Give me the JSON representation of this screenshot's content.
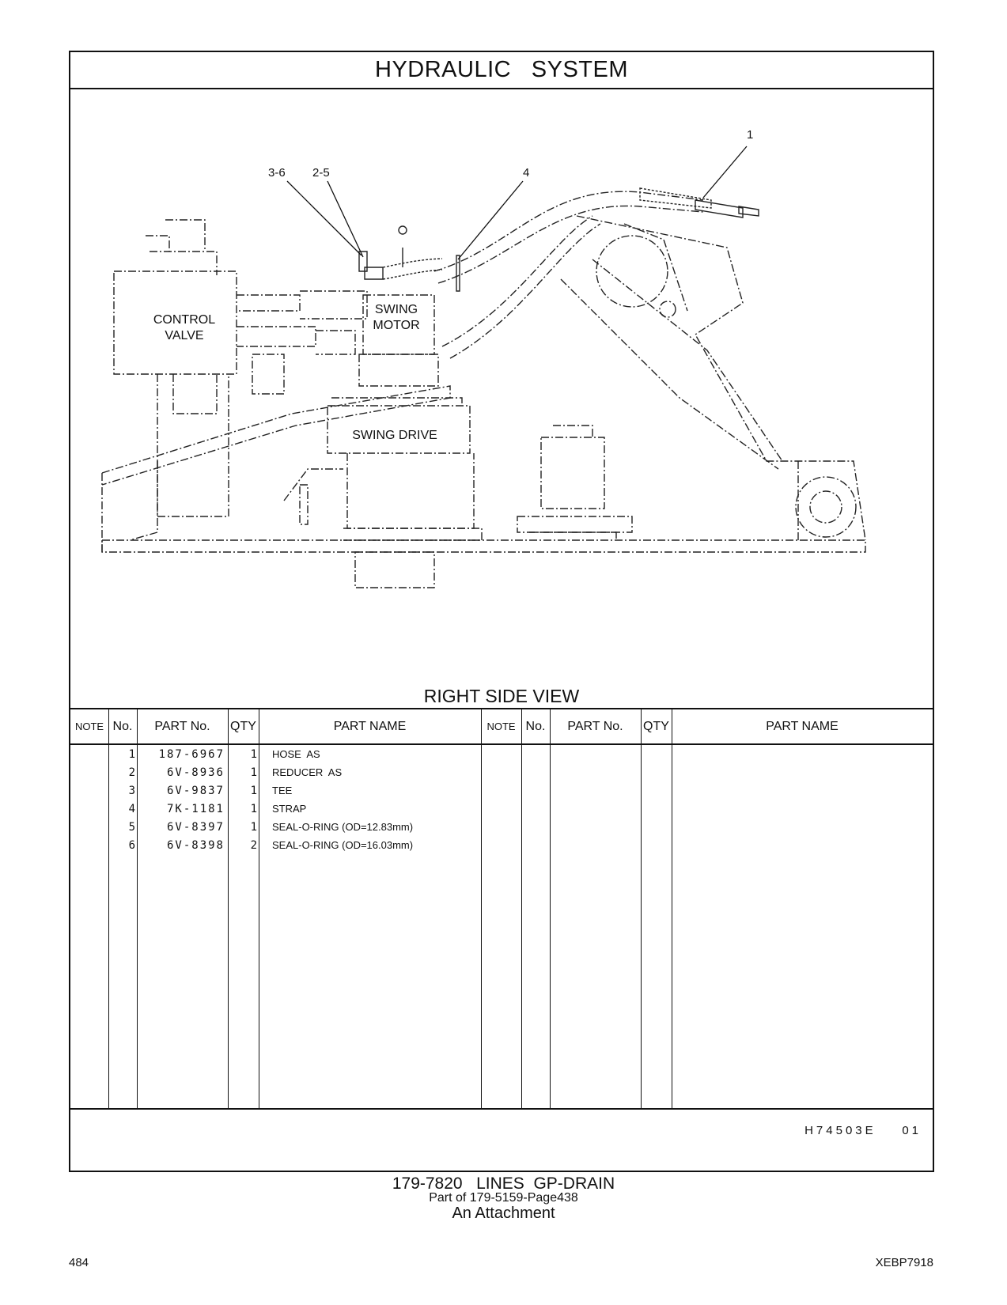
{
  "header": {
    "title": "HYDRAULIC   SYSTEM"
  },
  "drawing": {
    "callouts": {
      "c1": "1",
      "c36": "3-6",
      "c25": "2-5",
      "c4": "4"
    },
    "labels": {
      "control_valve": [
        "CONTROL",
        "VALVE"
      ],
      "swing_motor": [
        "SWING",
        "MOTOR"
      ],
      "swing_drive": "SWING DRIVE"
    },
    "view_caption": "RIGHT SIDE VIEW"
  },
  "parts_table": {
    "headers": {
      "note": "NOTE",
      "no": "No.",
      "part_no": "PART No.",
      "qty": "QTY",
      "part_name": "PART NAME"
    },
    "rows": [
      {
        "no": "1",
        "part_no": "187-6967",
        "qty": "1",
        "name": "HOSE  AS"
      },
      {
        "no": "2",
        "part_no": "6V-8936",
        "qty": "1",
        "name": "REDUCER  AS"
      },
      {
        "no": "3",
        "part_no": "6V-9837",
        "qty": "1",
        "name": "TEE"
      },
      {
        "no": "4",
        "part_no": "7K-1181",
        "qty": "1",
        "name": "STRAP"
      },
      {
        "no": "5",
        "part_no": "6V-8397",
        "qty": "1",
        "name": "SEAL-O-RING (OD=12.83mm)"
      },
      {
        "no": "6",
        "part_no": "6V-8398",
        "qty": "2",
        "name": "SEAL-O-RING (OD=16.03mm)"
      }
    ]
  },
  "reference_code": "H74503E    01",
  "footer": {
    "title": "179-7820   LINES  GP-DRAIN",
    "part_of": "Part of 179-5159-Page438",
    "attachment": "An Attachment",
    "page_number": "484",
    "doc_code": "XEBP7918"
  }
}
